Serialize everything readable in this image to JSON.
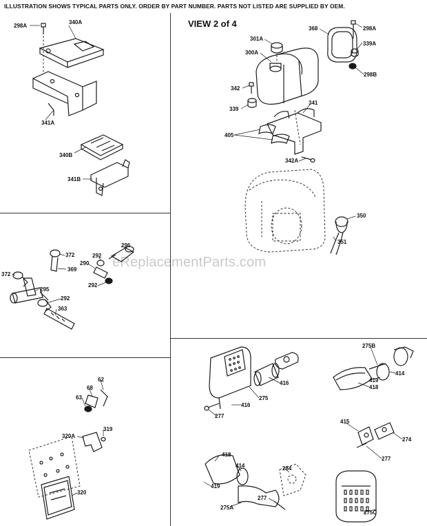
{
  "header": {
    "notice": "ILLUSTRATION SHOWS TYPICAL PARTS ONLY. ORDER BY PART NUMBER. PARTS NOT LISTED ARE SUPPLIED BY OEM."
  },
  "view_title": "VIEW 2 of 4",
  "watermark": "eReplacementParts.com",
  "parts": {
    "p298a_top_left": "298A",
    "p340a": "340A",
    "p341a": "341A",
    "p340b": "340B",
    "p341b": "341B",
    "p301a": "301A",
    "p368": "368",
    "p298a_top_right": "298A",
    "p339a": "339A",
    "p300a": "300A",
    "p298b": "298B",
    "p342": "342",
    "p339": "339",
    "p341": "341",
    "p405": "405",
    "p342a": "342A",
    "p350": "350",
    "p351": "351",
    "p296": "296",
    "p372_upper": "372",
    "p292_upper": "292",
    "p290": "290",
    "p369": "369",
    "p372_left": "372",
    "p292_mid": "292",
    "p295": "295",
    "p292_lower": "292",
    "p363": "363",
    "p62": "62",
    "p68": "68",
    "p63": "63",
    "p319": "319",
    "p320a": "320A",
    "p320": "320",
    "p275b": "275B",
    "p414_upper": "414",
    "p419_upper": "419",
    "p418_upper": "418",
    "p416_upper": "416",
    "p275": "275",
    "p416_lower": "416",
    "p277_left": "277",
    "p415": "415",
    "p274": "274",
    "p277_mid": "277",
    "p418_lower": "418",
    "p414_lower": "414",
    "p284": "284",
    "p419_lower": "419",
    "p277_lower": "277",
    "p275a": "275A",
    "p275c": "275C"
  }
}
